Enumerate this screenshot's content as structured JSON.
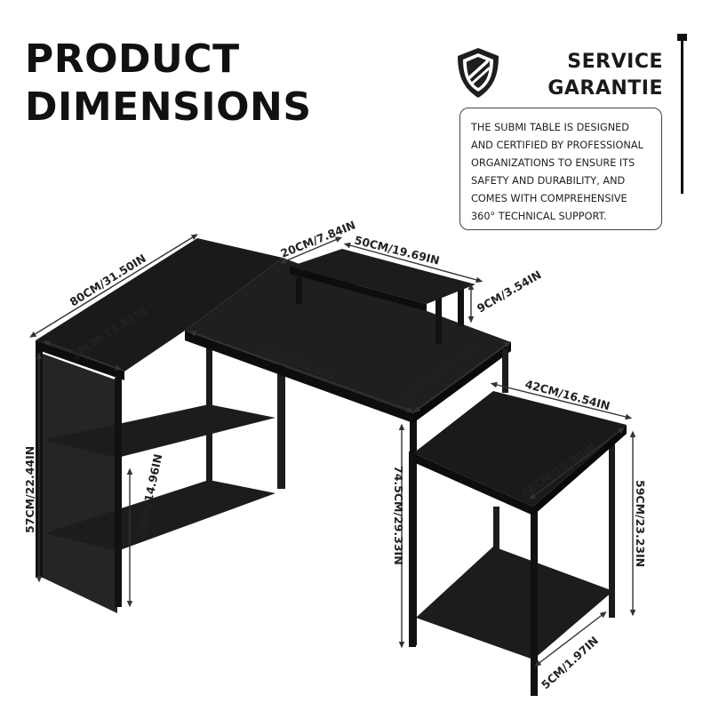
{
  "title": {
    "line1": "PRODUCT",
    "line2": "DIMENSIONS"
  },
  "service": {
    "line1": "SERVICE",
    "line2": "GARANTIE"
  },
  "info_text": "THE SUBMI TABLE IS DESIGNED\nAND CERTIFIED BY PROFESSIONAL\nORGANIZATIONS TO ENSURE ITS\nSAFETY AND DURABILITY, AND\nCOMES WITH COMPREHENSIVE\n360° TECHNICAL SUPPORT.",
  "icons": {
    "shield": "shield-icon"
  },
  "colors": {
    "furniture": "#1c1c1c",
    "furniture_edge": "#2e2e2e",
    "text": "#111111"
  },
  "dimensions": {
    "left_top_length": "80CM/31.50IN",
    "left_top_depth": "30CM/11.81IN",
    "main_top_length": "80CM/31.5IN",
    "main_top_depth": "50CM/19.69IN",
    "monitor_stand_depth": "20CM/7.84IN",
    "monitor_stand_width": "50CM/19.69IN",
    "monitor_stand_height": "9CM/3.54IN",
    "side_table_width": "42CM/16.54IN",
    "side_table_depth": "48CM/18.90IN",
    "side_table_height": "59CM/23.23IN",
    "side_bottom_clearance": "5CM/1.97IN",
    "desk_height": "74.5CM/29.33IN",
    "left_unit_height": "57CM/22.44IN",
    "left_shelf_height": "38CM/14.96IN"
  }
}
